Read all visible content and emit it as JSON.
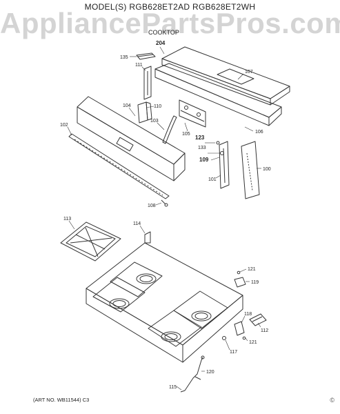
{
  "header": {
    "model_text": "MODEL(S) RGB628ET2AD RGB628ET2WH",
    "watermark": "AppliancePartsPros.com",
    "section_title": "COOKTOP"
  },
  "callouts": [
    "204",
    "135",
    "111",
    "107",
    "110",
    "104",
    "102",
    "103",
    "105",
    "106",
    "123",
    "133",
    "109",
    "101",
    "100",
    "108",
    "113",
    "114",
    "121",
    "119",
    "118",
    "112",
    "121",
    "117",
    "120",
    "115"
  ],
  "footer": {
    "art_no": "(ART NO. WB11544) C3",
    "copyright": "©"
  }
}
